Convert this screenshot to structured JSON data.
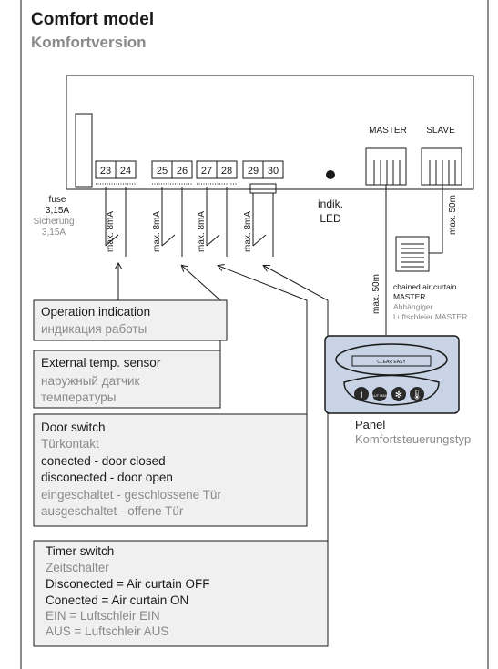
{
  "title": "Comfort model",
  "subtitle": "Komfortversion",
  "controller": {
    "terminals": [
      "23",
      "24",
      "25",
      "26",
      "27",
      "28",
      "29",
      "30"
    ],
    "port_master": "MASTER",
    "port_slave": "SLAVE"
  },
  "fuse": {
    "label": "fuse",
    "value": "3,15A",
    "label_de": "Sicherung",
    "value_de": "3,15A"
  },
  "led": {
    "line1": "indik.",
    "line2": "LED"
  },
  "max_current": "max. 8mA",
  "cable_length": "max. 50m",
  "chained": {
    "line1": "chained air curtain",
    "line2": "MASTER",
    "line3": "Abhängiger",
    "line4": "Luftschleier MASTER"
  },
  "panel": {
    "screen_text": "CLEAR EASY",
    "button2": "AUT MAN",
    "label": "Panel",
    "label_de": "Komfortsteuerungstyp"
  },
  "boxes": {
    "operation": {
      "line1": "Operation indication",
      "line2": "индикация работы"
    },
    "external": {
      "line1": "External temp. sensor",
      "line2": "наружный датчик",
      "line3": "температуры"
    },
    "door": {
      "line1": "Door switch",
      "line2": "Türkontakt",
      "line3": "conected - door closed",
      "line4": "disconected - door open",
      "line5": "eingeschaltet - geschlossene Tür",
      "line6": "ausgeschaltet - offene Tür"
    },
    "timer": {
      "line1": "Timer switch",
      "line2": "Zeitschalter",
      "line3": "Disconected = Air curtain OFF",
      "line4": "Conected = Air curtain ON",
      "line5": "EIN = Luftschleir EIN",
      "line6": "AUS = Luftschleir AUS"
    }
  },
  "colors": {
    "ink": "#1a1a1a",
    "grey_text": "#8a8a8a",
    "box_fill": "#f0f0f0",
    "panel_fill": "#c8d4e6"
  }
}
